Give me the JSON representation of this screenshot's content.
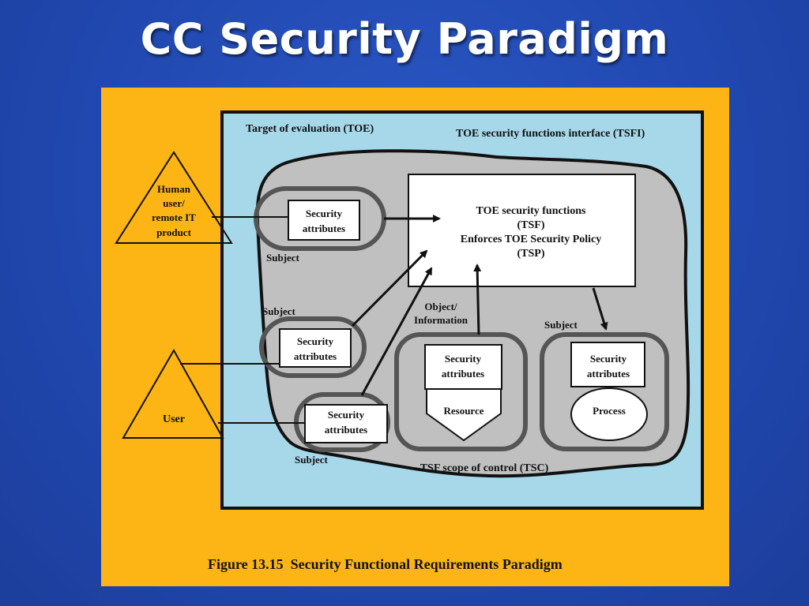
{
  "slide": {
    "title": "CC Security Paradigm"
  },
  "colors": {
    "panel_bg": "#FDB515",
    "toe_bg": "#A7D8EA",
    "tsc_bg": "#C0C0C0",
    "ring_stroke": "#555555",
    "slide_bg": "#2148B0"
  },
  "diagram": {
    "toe_label": "Target of evaluation (TOE)",
    "tsfi_label": "TOE security functions interface (TSFI)",
    "tsf_box": {
      "lines": [
        "TOE security functions",
        "(TSF)",
        "Enforces TOE Security Policy",
        "(TSP)"
      ]
    },
    "human_user": {
      "lines": [
        "Human",
        "user/",
        "remote IT",
        "product"
      ]
    },
    "user": {
      "label": "User"
    },
    "security_attributes": [
      "Security",
      "attributes"
    ],
    "subject_label": "Subject",
    "object_info": {
      "lines": [
        "Object/",
        "Information"
      ]
    },
    "resource_label": "Resource",
    "process_label": "Process",
    "tsc_label": "TSF scope of control (TSC)",
    "caption": "Figure 13.15  Security Functional Requirements Paradigm"
  }
}
